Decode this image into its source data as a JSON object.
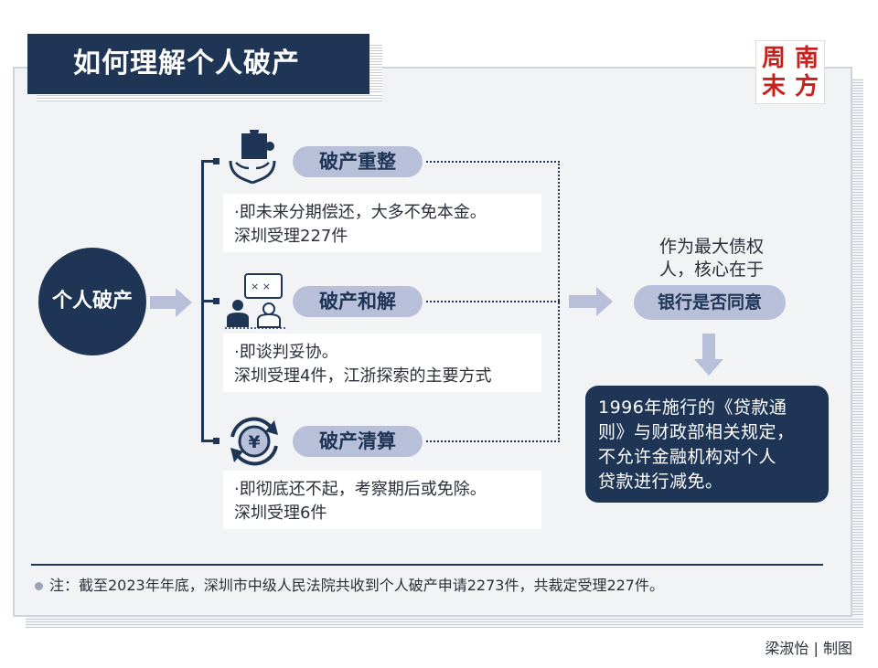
{
  "title": "如何理解个人破产",
  "logo": {
    "chars": [
      "周",
      "南",
      "末",
      "方"
    ]
  },
  "center_node": "个人破产",
  "branches": [
    {
      "label": "破产重整",
      "icon": "puzzle-hands-icon",
      "lines": [
        "·即未来分期偿还，大多不免本金。",
        "深圳受理227件"
      ]
    },
    {
      "label": "破产和解",
      "icon": "negotiation-icon",
      "lines": [
        "·即谈判妥协。",
        "深圳受理4件，江浙探索的主要方式"
      ]
    },
    {
      "label": "破产清算",
      "icon": "yen-coin-cycle-icon",
      "lines": [
        "·即彻底还不起，考察期后或免除。",
        "深圳受理6件"
      ]
    }
  ],
  "creditor": {
    "lines": [
      "作为最大债权",
      "人，核心在于"
    ],
    "highlight": "银行是否同意"
  },
  "regulation_note": [
    "1996年施行的《贷款通",
    "则》与财政部相关规定，",
    "不允许金融机构对个人",
    "贷款进行减免。"
  ],
  "footnote": "注：截至2023年年底，深圳市中级人民法院共收到个人破产申请2273件，共裁定受理227件。",
  "credit": "梁淑怡 | 制图",
  "colors": {
    "navy": "#1f3556",
    "pill": "#b8bfd8",
    "background": "#f2f3f5",
    "logo_red": "#c8201c"
  }
}
